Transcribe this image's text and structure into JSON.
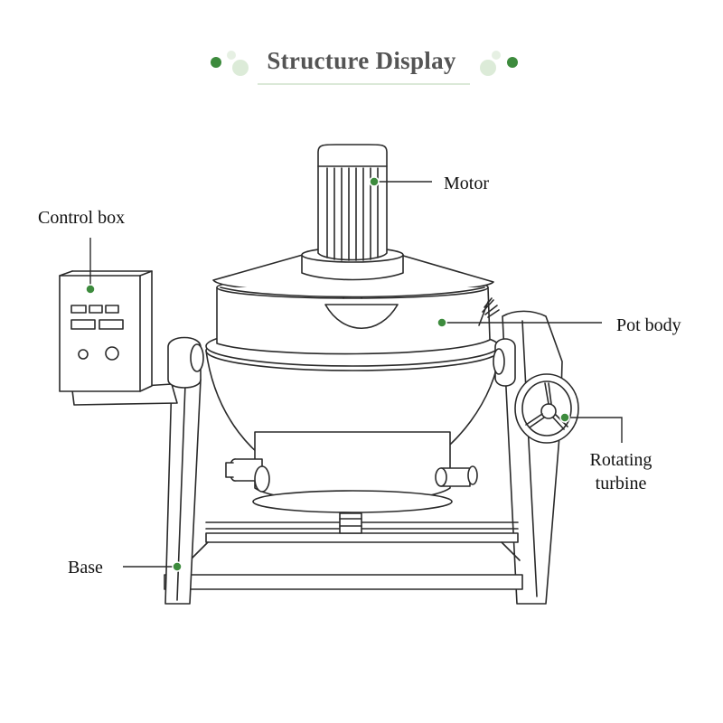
{
  "title": "Structure Display",
  "accent_color": "#3d8b3d",
  "line_color": "#2a2a2a",
  "labels": {
    "motor": "Motor",
    "control_box": "Control box",
    "pot_body": "Pot body",
    "rotating_turbine_line1": "Rotating",
    "rotating_turbine_line2": "turbine",
    "base": "Base"
  }
}
